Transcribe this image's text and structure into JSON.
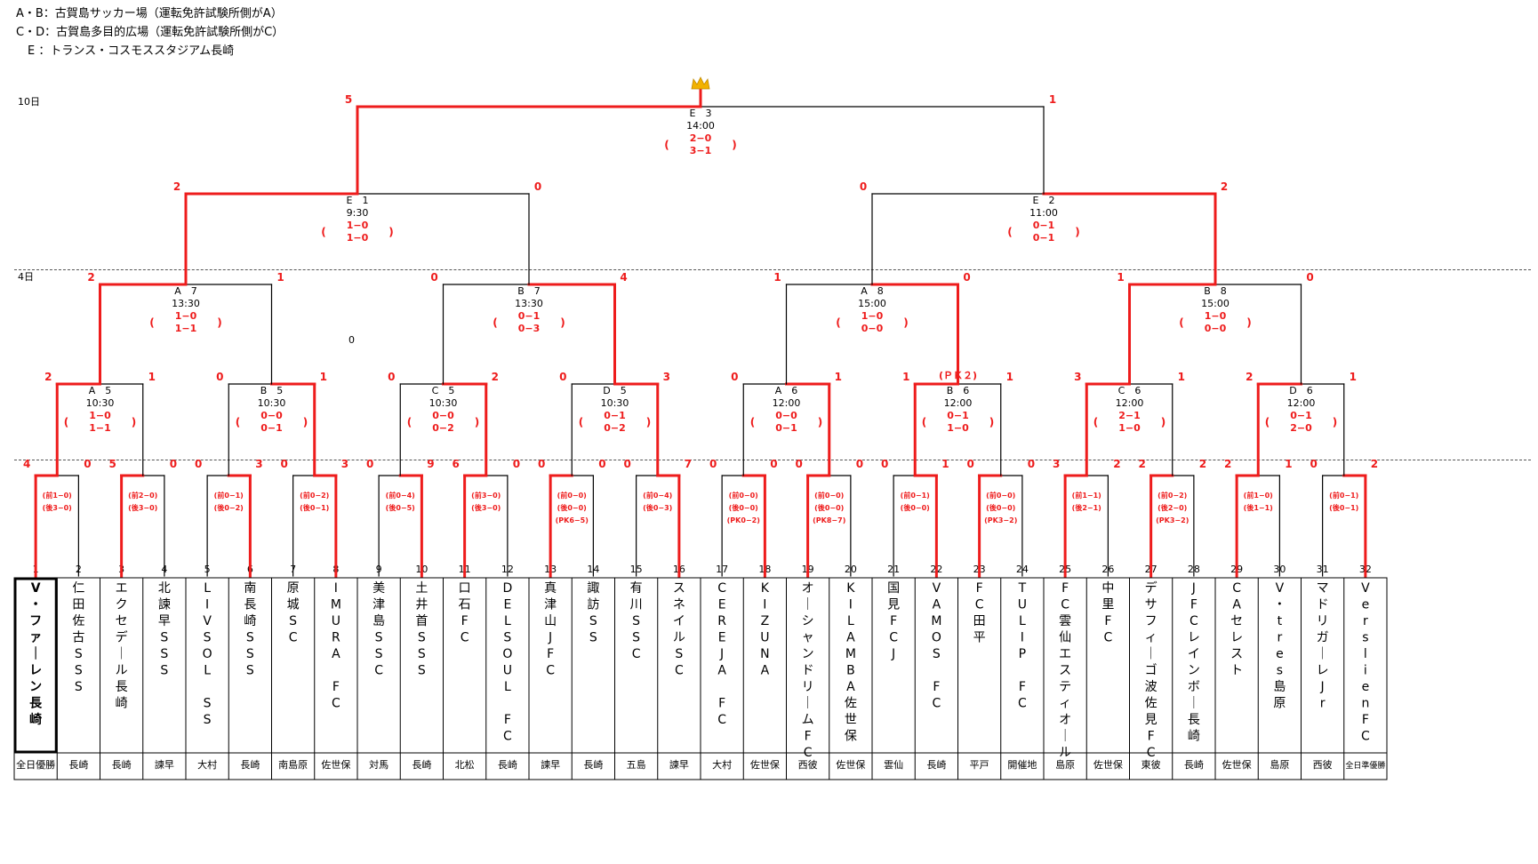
{
  "legend": [
    "A・B：古賀島サッカー場（運転免許試験所側がA）",
    "C・D：古賀島多目的広場（運転免許試験所側がC）",
    "　E ：トランス・コスモススタジアム長崎"
  ],
  "days": [
    "10日",
    "4日"
  ],
  "stray_text": "0",
  "teams": [
    {
      "num": "1",
      "name": "V・ファーレン長崎",
      "region": "全日優勝",
      "winner": true
    },
    {
      "num": "2",
      "name": "仁田佐古SSS",
      "region": "長崎"
    },
    {
      "num": "3",
      "name": "エクセデール長崎",
      "region": "長崎"
    },
    {
      "num": "4",
      "name": "北諫早SSS",
      "region": "諫早"
    },
    {
      "num": "5",
      "name": "LIVSOL　SS",
      "region": "大村"
    },
    {
      "num": "6",
      "name": "南長崎SSS",
      "region": "長崎"
    },
    {
      "num": "7",
      "name": "原城SC",
      "region": "南島原"
    },
    {
      "num": "8",
      "name": "IMURA　FC",
      "region": "佐世保"
    },
    {
      "num": "9",
      "name": "美津島SSC",
      "region": "対馬"
    },
    {
      "num": "10",
      "name": "土井首SSS",
      "region": "長崎"
    },
    {
      "num": "11",
      "name": "口石FC",
      "region": "北松"
    },
    {
      "num": "12",
      "name": "DELSOUL　FC",
      "region": "長崎"
    },
    {
      "num": "13",
      "name": "真津山JFC",
      "region": "諫早"
    },
    {
      "num": "14",
      "name": "諏訪SS",
      "region": "長崎"
    },
    {
      "num": "15",
      "name": "有川SSC",
      "region": "五島"
    },
    {
      "num": "16",
      "name": "スネイルSC",
      "region": "諫早"
    },
    {
      "num": "17",
      "name": "CEREJA　FC",
      "region": "大村"
    },
    {
      "num": "18",
      "name": "KIZUNA",
      "region": "佐世保"
    },
    {
      "num": "19",
      "name": "オーシャンドリームFC",
      "region": "西彼"
    },
    {
      "num": "20",
      "name": "KILAMBA佐世保",
      "region": "佐世保"
    },
    {
      "num": "21",
      "name": "国見FCJ",
      "region": "雲仙"
    },
    {
      "num": "22",
      "name": "VAMOS　FC",
      "region": "長崎"
    },
    {
      "num": "23",
      "name": "FC田平",
      "region": "平戸"
    },
    {
      "num": "24",
      "name": "TULIP　FC",
      "region": "開催地"
    },
    {
      "num": "25",
      "name": "FC雲仙エスティオール",
      "region": "島原"
    },
    {
      "num": "26",
      "name": "中里FC",
      "region": "佐世保"
    },
    {
      "num": "27",
      "name": "デサフィーゴ波佐見FC",
      "region": "東彼"
    },
    {
      "num": "28",
      "name": "JFCレインボー長崎",
      "region": "長崎"
    },
    {
      "num": "29",
      "name": "CAセレスト",
      "region": "佐世保"
    },
    {
      "num": "30",
      "name": "V・tres島原",
      "region": "島原"
    },
    {
      "num": "31",
      "name": "マドリガーレJr",
      "region": "西彼"
    },
    {
      "num": "32",
      "name": "VerslienFC",
      "region": "全日準優勝"
    }
  ],
  "matches": [
    {
      "id": "r1-1",
      "round": 1,
      "from": [
        0,
        1
      ],
      "w": 0,
      "s": [
        "4",
        "0"
      ],
      "lines": [
        "(前1−0)",
        "(後3−0)"
      ]
    },
    {
      "id": "r1-2",
      "round": 1,
      "from": [
        2,
        3
      ],
      "w": 0,
      "s": [
        "5",
        "0"
      ],
      "lines": [
        "(前2−0)",
        "(後3−0)"
      ]
    },
    {
      "id": "r1-3",
      "round": 1,
      "from": [
        4,
        5
      ],
      "w": 1,
      "s": [
        "0",
        "3"
      ],
      "lines": [
        "(前0−1)",
        "(後0−2)"
      ]
    },
    {
      "id": "r1-4",
      "round": 1,
      "from": [
        6,
        7
      ],
      "w": 1,
      "s": [
        "0",
        "3"
      ],
      "lines": [
        "(前0−2)",
        "(後0−1)"
      ]
    },
    {
      "id": "r1-5",
      "round": 1,
      "from": [
        8,
        9
      ],
      "w": 1,
      "s": [
        "0",
        "9"
      ],
      "lines": [
        "(前0−4)",
        "(後0−5)"
      ]
    },
    {
      "id": "r1-6",
      "round": 1,
      "from": [
        10,
        11
      ],
      "w": 0,
      "s": [
        "6",
        "0"
      ],
      "lines": [
        "(前3−0)",
        "(後3−0)"
      ]
    },
    {
      "id": "r1-7",
      "round": 1,
      "from": [
        12,
        13
      ],
      "w": 0,
      "s": [
        "0",
        "0"
      ],
      "lines": [
        "(前0−0)",
        "(後0−0)",
        "(PK6−5)"
      ]
    },
    {
      "id": "r1-8",
      "round": 1,
      "from": [
        14,
        15
      ],
      "w": 1,
      "s": [
        "0",
        "7"
      ],
      "lines": [
        "(前0−4)",
        "(後0−3)"
      ]
    },
    {
      "id": "r1-9",
      "round": 1,
      "from": [
        16,
        17
      ],
      "w": 1,
      "s": [
        "0",
        "0"
      ],
      "lines": [
        "(前0−0)",
        "(後0−0)",
        "(PK0−2)"
      ]
    },
    {
      "id": "r1-10",
      "round": 1,
      "from": [
        18,
        19
      ],
      "w": 0,
      "s": [
        "0",
        "0"
      ],
      "lines": [
        "(前0−0)",
        "(後0−0)",
        "(PK8−7)"
      ]
    },
    {
      "id": "r1-11",
      "round": 1,
      "from": [
        20,
        21
      ],
      "w": 1,
      "s": [
        "0",
        "1"
      ],
      "lines": [
        "(前0−1)",
        "(後0−0)"
      ]
    },
    {
      "id": "r1-12",
      "round": 1,
      "from": [
        22,
        23
      ],
      "w": 0,
      "s": [
        "0",
        "0"
      ],
      "lines": [
        "(前0−0)",
        "(後0−0)",
        "(PK3−2)"
      ]
    },
    {
      "id": "r1-13",
      "round": 1,
      "from": [
        24,
        25
      ],
      "w": 0,
      "s": [
        "3",
        "2"
      ],
      "lines": [
        "(前1−1)",
        "(後2−1)"
      ]
    },
    {
      "id": "r1-14",
      "round": 1,
      "from": [
        26,
        27
      ],
      "w": 0,
      "s": [
        "2",
        "2"
      ],
      "lines": [
        "(前0−2)",
        "(後2−0)",
        "(PK3−2)"
      ]
    },
    {
      "id": "r1-15",
      "round": 1,
      "from": [
        28,
        29
      ],
      "w": 0,
      "s": [
        "2",
        "1"
      ],
      "lines": [
        "(前1−0)",
        "(後1−1)"
      ]
    },
    {
      "id": "r1-16",
      "round": 1,
      "from": [
        30,
        31
      ],
      "w": 1,
      "s": [
        "0",
        "2"
      ],
      "lines": [
        "(前0−1)",
        "(後0−1)"
      ]
    },
    {
      "id": "r2-1",
      "round": 2,
      "from": [
        "r1-1",
        "r1-2"
      ],
      "w": 0,
      "s": [
        "2",
        "1"
      ],
      "info": [
        "A　5",
        "10:30"
      ],
      "lines": [
        "1−0",
        "1−1"
      ]
    },
    {
      "id": "r2-2",
      "round": 2,
      "from": [
        "r1-3",
        "r1-4"
      ],
      "w": 1,
      "s": [
        "0",
        "1"
      ],
      "info": [
        "B　5",
        "10:30"
      ],
      "lines": [
        "0−0",
        "0−1"
      ]
    },
    {
      "id": "r2-3",
      "round": 2,
      "from": [
        "r1-5",
        "r1-6"
      ],
      "w": 1,
      "s": [
        "0",
        "2"
      ],
      "info": [
        "C　5",
        "10:30"
      ],
      "lines": [
        "0−0",
        "0−2"
      ]
    },
    {
      "id": "r2-4",
      "round": 2,
      "from": [
        "r1-7",
        "r1-8"
      ],
      "w": 1,
      "s": [
        "0",
        "3"
      ],
      "info": [
        "D　5",
        "10:30"
      ],
      "lines": [
        "0−1",
        "0−2"
      ]
    },
    {
      "id": "r2-5",
      "round": 2,
      "from": [
        "r1-9",
        "r1-10"
      ],
      "w": 1,
      "s": [
        "0",
        "1"
      ],
      "info": [
        "A　6",
        "12:00"
      ],
      "lines": [
        "0−0",
        "0−1"
      ]
    },
    {
      "id": "r2-6",
      "round": 2,
      "from": [
        "r1-11",
        "r1-12"
      ],
      "w": 0,
      "s": [
        "1",
        "1"
      ],
      "info": [
        "B　6",
        "12:00"
      ],
      "lines": [
        "0−1",
        "1−0"
      ],
      "note": "(ＰＫ２)"
    },
    {
      "id": "r2-7",
      "round": 2,
      "from": [
        "r1-13",
        "r1-14"
      ],
      "w": 0,
      "s": [
        "3",
        "1"
      ],
      "info": [
        "C　6",
        "12:00"
      ],
      "lines": [
        "2−1",
        "1−0"
      ]
    },
    {
      "id": "r2-8",
      "round": 2,
      "from": [
        "r1-15",
        "r1-16"
      ],
      "w": 0,
      "s": [
        "2",
        "1"
      ],
      "info": [
        "D　6",
        "12:00"
      ],
      "lines": [
        "0−1",
        "2−0"
      ]
    },
    {
      "id": "r3-1",
      "round": 3,
      "from": [
        "r2-1",
        "r2-2"
      ],
      "w": 0,
      "s": [
        "2",
        "1"
      ],
      "info": [
        "A　7",
        "13:30"
      ],
      "lines": [
        "1−0",
        "1−1"
      ]
    },
    {
      "id": "r3-2",
      "round": 3,
      "from": [
        "r2-3",
        "r2-4"
      ],
      "w": 1,
      "s": [
        "0",
        "4"
      ],
      "info": [
        "B　7",
        "13:30"
      ],
      "lines": [
        "0−1",
        "0−3"
      ]
    },
    {
      "id": "r3-3",
      "round": 3,
      "from": [
        "r2-5",
        "r2-6"
      ],
      "w": 1,
      "s": [
        "1",
        "0"
      ],
      "info": [
        "A　8",
        "15:00"
      ],
      "lines": [
        "1−0",
        "0−0"
      ]
    },
    {
      "id": "r3-4",
      "round": 3,
      "from": [
        "r2-7",
        "r2-8"
      ],
      "w": 0,
      "s": [
        "1",
        "0"
      ],
      "info": [
        "B　8",
        "15:00"
      ],
      "lines": [
        "1−0",
        "0−0"
      ]
    },
    {
      "id": "r4-1",
      "round": 4,
      "from": [
        "r3-1",
        "r3-2"
      ],
      "w": 0,
      "s": [
        "2",
        "0"
      ],
      "info": [
        "E　1",
        "9:30"
      ],
      "lines": [
        "1−0",
        "1−0"
      ]
    },
    {
      "id": "r4-2",
      "round": 4,
      "from": [
        "r3-3",
        "r3-4"
      ],
      "w": 1,
      "s": [
        "0",
        "2"
      ],
      "info": [
        "E　2",
        "11:00"
      ],
      "lines": [
        "0−1",
        "0−1"
      ]
    },
    {
      "id": "final",
      "round": 5,
      "from": [
        "r4-1",
        "r4-2"
      ],
      "w": 0,
      "s": [
        "5",
        "1"
      ],
      "info": [
        "E　3",
        "14:00"
      ],
      "lines": [
        "2−0",
        "3−1"
      ]
    }
  ],
  "colors": {
    "win": "#ee1c1c",
    "line": "#000000",
    "crown": "#f2b200"
  },
  "icons": {
    "crown": "crown-icon"
  }
}
